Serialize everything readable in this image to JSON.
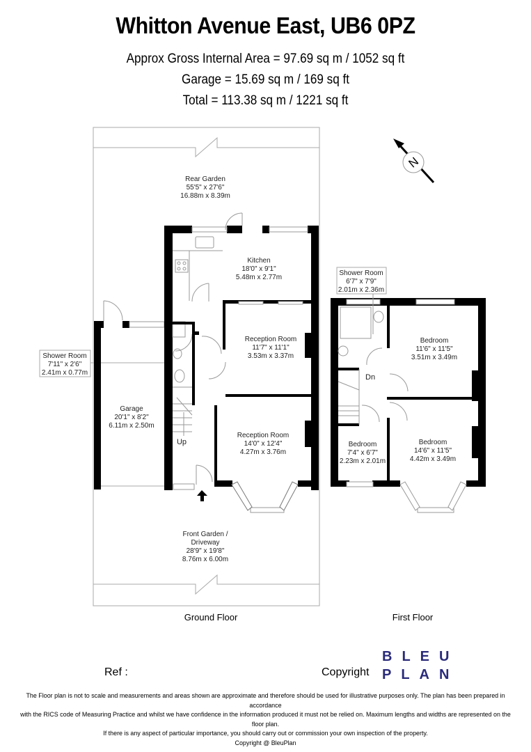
{
  "header": {
    "title": "Whitton Avenue East, UB6 0PZ",
    "area_lines": [
      "Approx Gross Internal Area = 97.69 sq m / 1052 sq ft",
      "Garage = 15.69 sq m / 169 sq ft",
      "Total = 113.38 sq m / 1221 sq ft"
    ]
  },
  "compass": {
    "icon": "north-arrow-icon",
    "label": "N"
  },
  "ground_floor": {
    "label": "Ground Floor",
    "rooms": [
      {
        "name": "Rear Garden",
        "imperial": "55'5\" x 27'6\"",
        "metric": "16.88m x 8.39m"
      },
      {
        "name": "Kitchen",
        "imperial": "18'0\" x 9'1\"",
        "metric": "5.48m x 2.77m"
      },
      {
        "name": "Reception Room",
        "imperial": "11'7\" x 11'1\"",
        "metric": "3.53m x 3.37m"
      },
      {
        "name": "Reception Room",
        "imperial": "14'0\" x 12'4\"",
        "metric": "4.27m x 3.76m"
      },
      {
        "name": "Garage",
        "imperial": "20'1\" x 8'2\"",
        "metric": "6.11m x 2.50m"
      },
      {
        "name": "Shower Room",
        "imperial": "7'11\" x 2'6\"",
        "metric": "2.41m x 0.77m"
      },
      {
        "name": "Front Garden /",
        "name2": "Driveway",
        "imperial": "28'9\" x 19'8\"",
        "metric": "8.76m x 6.00m"
      }
    ],
    "stairs_label": "Up"
  },
  "first_floor": {
    "label": "First Floor",
    "rooms": [
      {
        "name": "Shower Room",
        "imperial": "6'7\" x 7'9\"",
        "metric": "2.01m x 2.36m"
      },
      {
        "name": "Bedroom",
        "imperial": "11'6\" x 11'5\"",
        "metric": "3.51m x 3.49m"
      },
      {
        "name": "Bedroom",
        "imperial": "7'4\" x 6'7\"",
        "metric": "2.23m x 2.01m"
      },
      {
        "name": "Bedroom",
        "imperial": "14'6\" x 11'5\"",
        "metric": "4.42m x 3.49m"
      }
    ],
    "stairs_label": "Dn"
  },
  "footer": {
    "ref_label": "Ref  :",
    "copyright_label": "Copyright",
    "logo_line1": "BLEU",
    "logo_line2": "PLAN",
    "logo_color": "#2a2a7a",
    "disclaimer": [
      "The Floor plan is not to scale and measurements and areas shown are approximate and therefore should be used for illustrative purposes only. The plan has been prepared in accordance",
      "with the RICS code of Measuring Practice and whilst we have confidence in the information produced it must not be relied on. Maximum lengths and widths are represented on the floor plan.",
      "If there is any aspect of particular importance, you should carry out or commission your own inspection of the property.",
      "Copyright @ BleuPlan"
    ]
  }
}
